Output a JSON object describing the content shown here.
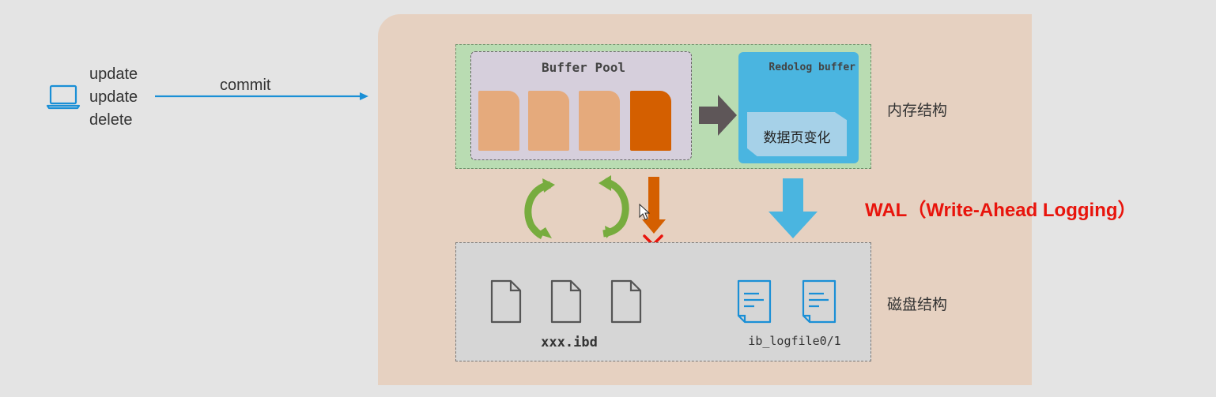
{
  "client": {
    "operations": [
      "update",
      "update",
      "delete"
    ],
    "commit_label": "commit",
    "icon": "laptop-icon"
  },
  "memory": {
    "buffer_pool_title": "Buffer Pool",
    "redo_buffer_title": "Redolog buffer",
    "page_change_label": "数据页变化",
    "region_label": "内存结构"
  },
  "disk": {
    "ibd_label": "xxx.ibd",
    "logfile_label": "ib_logfile0/1",
    "region_label": "磁盘结构"
  },
  "wal_label": "WAL（Write-Ahead Logging）",
  "colors": {
    "panel": "#e6d1c1",
    "memory": "#b9dcb2",
    "buffer_pool": "#d6cfdc",
    "page": "#e5aa7c",
    "dirty_page": "#d45f00",
    "redo": "#4ab5e0",
    "disk": "#d6d6d6",
    "wal": "#e8140c",
    "commit_arrow": "#1a8fd6",
    "cycle_arrow": "#77ac3e"
  }
}
